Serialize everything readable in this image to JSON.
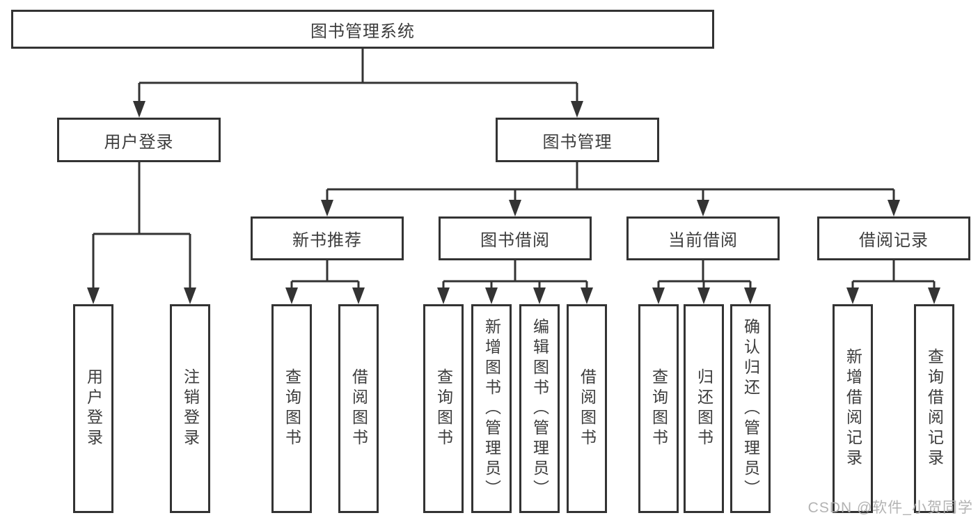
{
  "diagram": {
    "root": {
      "label": "图书管理系统",
      "children": [
        {
          "label": "用户登录",
          "children": [
            {
              "label": "用户登录"
            },
            {
              "label": "注销登录"
            }
          ]
        },
        {
          "label": "图书管理",
          "children": [
            {
              "label": "新书推荐",
              "children": [
                {
                  "label": "查询图书"
                },
                {
                  "label": "借阅图书"
                }
              ]
            },
            {
              "label": "图书借阅",
              "children": [
                {
                  "label": "查询图书"
                },
                {
                  "label": "新增图书（管理员）"
                },
                {
                  "label": "编辑图书（管理员）"
                },
                {
                  "label": "借阅图书"
                }
              ]
            },
            {
              "label": "当前借阅",
              "children": [
                {
                  "label": "查询图书"
                },
                {
                  "label": "归还图书"
                },
                {
                  "label": "确认归还（管理员）"
                }
              ]
            },
            {
              "label": "借阅记录",
              "children": [
                {
                  "label": "新增借阅记录"
                },
                {
                  "label": "查询借阅记录"
                }
              ]
            }
          ]
        }
      ]
    },
    "watermark": "CSDN @软件_小贺同学",
    "colors": {
      "line": "#333333",
      "text": "#3c3c3c",
      "box_background": "#ffffff",
      "watermark": "#afafaf",
      "background": "#ffffff"
    }
  }
}
